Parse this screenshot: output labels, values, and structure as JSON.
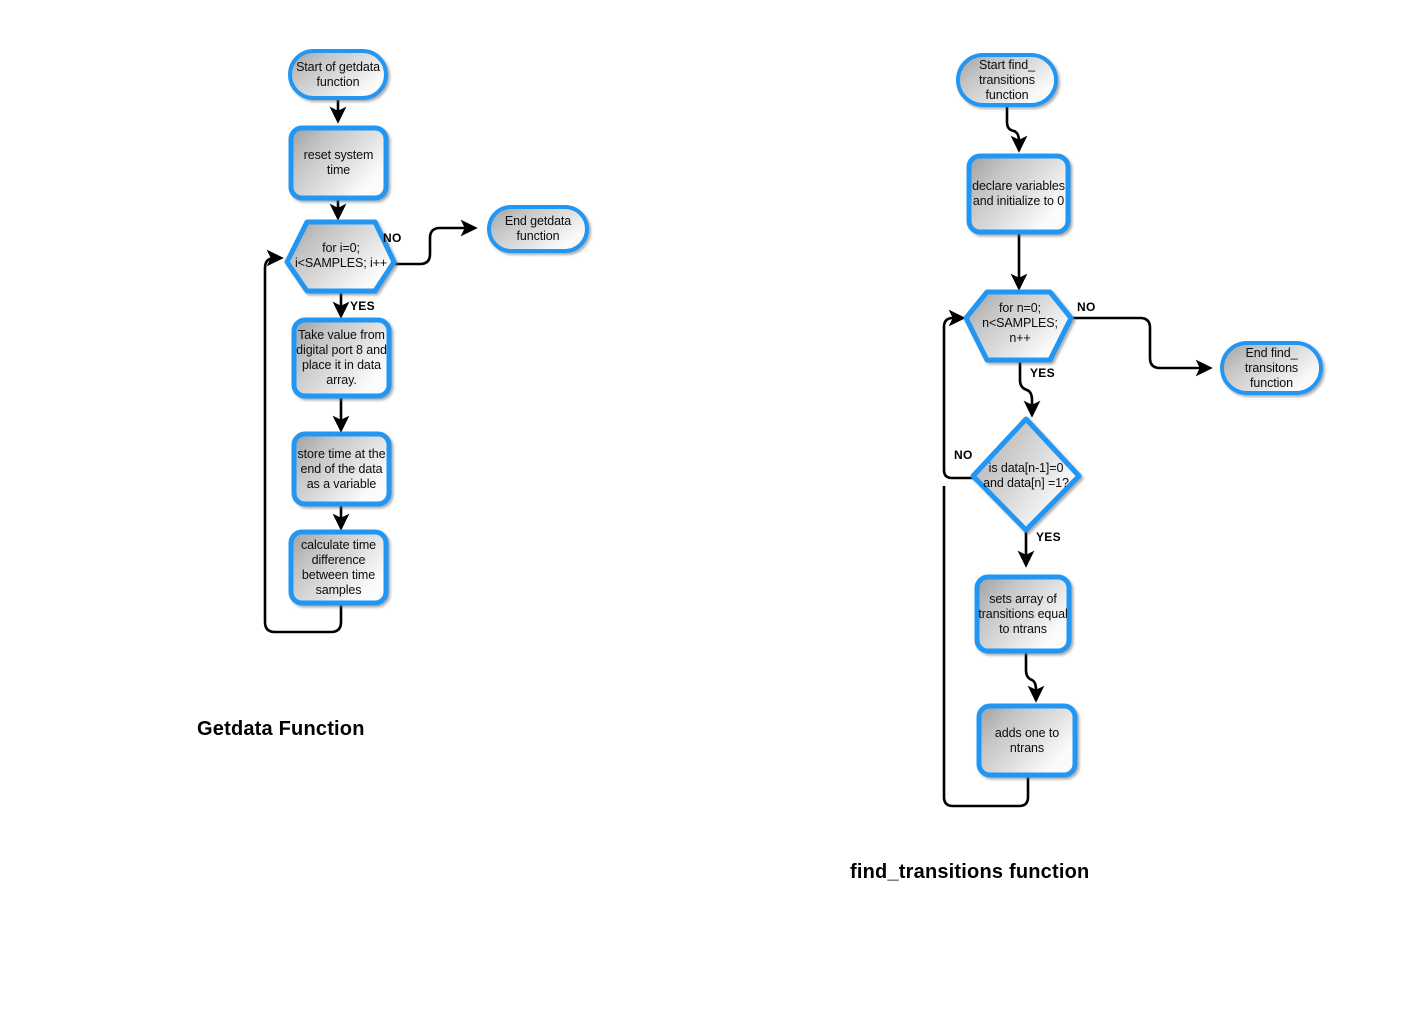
{
  "document": {
    "title": "Getdata and find_transitions function flowcharts",
    "background_color": "#ffffff"
  },
  "style": {
    "node_border_color": "#2196f3",
    "node_border_color_dark": "#1565c0",
    "node_fill_light": "#fbfbfb",
    "node_fill_mid": "#d2d2d2",
    "node_fill_dark": "#9e9e9e",
    "edge_color": "#000000",
    "text_color": "#0d0d0d"
  },
  "captions": {
    "left": "Getdata Function",
    "right": "find_transitions function"
  },
  "flowcharts": [
    {
      "id": "getdata",
      "name": "Getdata Function",
      "caption": "Getdata Function",
      "nodes": [
        {
          "id": "g1",
          "shape": "terminator",
          "text": "Start  of getdata\nfunction"
        },
        {
          "id": "g2",
          "shape": "process",
          "text": "reset system\ntime"
        },
        {
          "id": "g3",
          "shape": "hexagon",
          "text": "for i=0;\ni<SAMPLES; i++"
        },
        {
          "id": "g4",
          "shape": "terminator",
          "text": "End getdata\nfunction"
        },
        {
          "id": "g5",
          "shape": "process",
          "text": "Take value from\ndigital port 8 and\nplace it in data\narray."
        },
        {
          "id": "g6",
          "shape": "process",
          "text": "store time at the\nend of the data\nas a variable"
        },
        {
          "id": "g7",
          "shape": "process",
          "text": "calculate time\ndifference\nbetween time\nsamples"
        }
      ],
      "edges": [
        {
          "from": "g1",
          "to": "g2",
          "label": ""
        },
        {
          "from": "g2",
          "to": "g3",
          "label": ""
        },
        {
          "from": "g3",
          "to": "g4",
          "label": "NO"
        },
        {
          "from": "g3",
          "to": "g5",
          "label": "YES"
        },
        {
          "from": "g5",
          "to": "g6",
          "label": ""
        },
        {
          "from": "g6",
          "to": "g7",
          "label": ""
        },
        {
          "from": "g7",
          "to": "g3",
          "label": ""
        }
      ]
    },
    {
      "id": "find_transitions",
      "name": "find_transitions function",
      "caption": "find_transitions function",
      "nodes": [
        {
          "id": "f1",
          "shape": "terminator",
          "text": "Start find_\ntransitions\nfunction"
        },
        {
          "id": "f2",
          "shape": "process",
          "text": "declare variables\nand initialize to 0"
        },
        {
          "id": "f3",
          "shape": "hexagon",
          "text": "for n=0;\nn<SAMPLES;\nn++"
        },
        {
          "id": "f4",
          "shape": "terminator",
          "text": "End find_\ntransitons\nfunction"
        },
        {
          "id": "f5",
          "shape": "diamond",
          "text": "is data[n-1]=0\nand data[n] =1?"
        },
        {
          "id": "f6",
          "shape": "process",
          "text": "sets array of\ntransitions equal\nto ntrans"
        },
        {
          "id": "f7",
          "shape": "process",
          "text": "adds one to\nntrans"
        }
      ],
      "edges": [
        {
          "from": "f1",
          "to": "f2",
          "label": ""
        },
        {
          "from": "f2",
          "to": "f3",
          "label": ""
        },
        {
          "from": "f3",
          "to": "f4",
          "label": "NO"
        },
        {
          "from": "f3",
          "to": "f5",
          "label": "YES"
        },
        {
          "from": "f5",
          "to": "f3",
          "label": "NO"
        },
        {
          "from": "f5",
          "to": "f6",
          "label": "YES"
        },
        {
          "from": "f6",
          "to": "f7",
          "label": ""
        },
        {
          "from": "f7",
          "to": "f3",
          "label": ""
        }
      ]
    }
  ],
  "edge_labels": {
    "g3_no": "NO",
    "g3_yes": "YES",
    "f3_no": "NO",
    "f3_yes": "YES",
    "f5_no": "NO",
    "f5_yes": "YES"
  }
}
